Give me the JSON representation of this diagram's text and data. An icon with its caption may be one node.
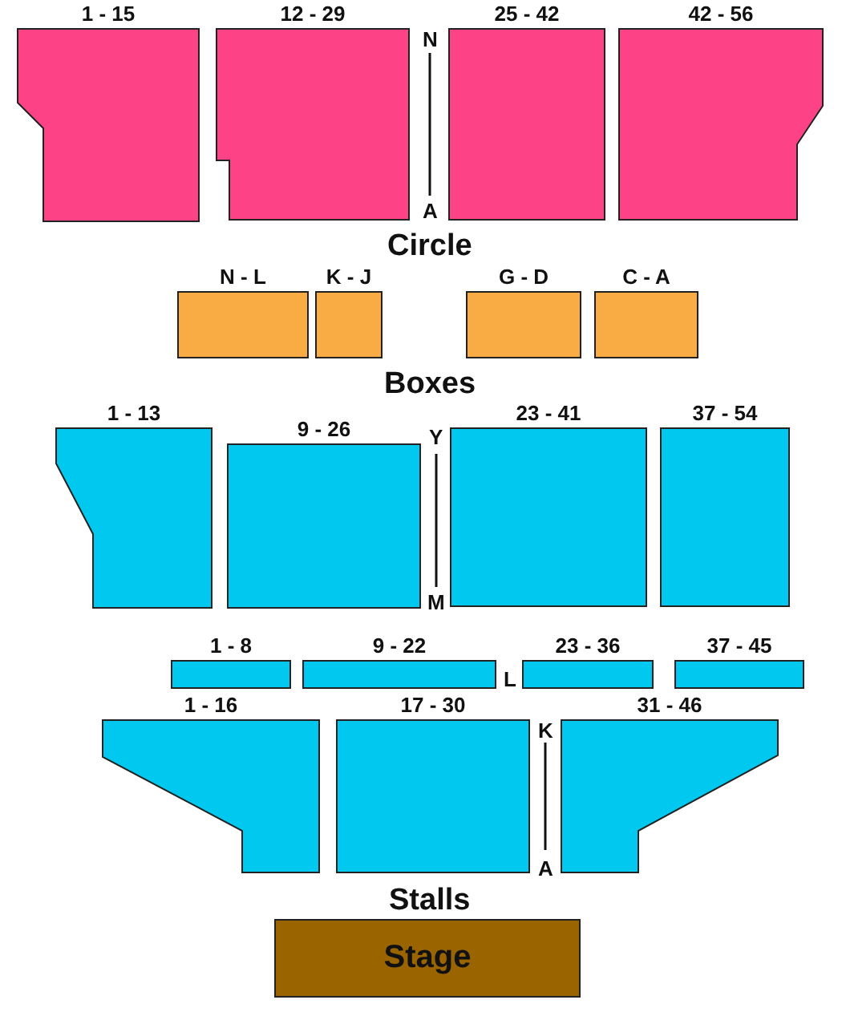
{
  "diagram": {
    "nodes": [
      {
        "text": [
          "1 - 15"
        ]
      },
      {
        "text": [
          "12 - 29"
        ]
      },
      {
        "text": [
          "25 - 42"
        ]
      },
      {
        "text": [
          "42 - 56"
        ]
      },
      {
        "text": [
          "N - L"
        ]
      },
      {
        "text": [
          "K - J"
        ]
      },
      {
        "text": [
          "G - D"
        ]
      },
      {
        "text": [
          "C - A"
        ]
      },
      {
        "text": [
          "1 - 13"
        ]
      },
      {
        "text": [
          "9 - 26"
        ]
      },
      {
        "text": [
          "23 - 41"
        ]
      },
      {
        "text": [
          "37 - 54"
        ]
      },
      {
        "text": [
          "1 - 8"
        ]
      },
      {
        "text": [
          "9 - 22"
        ]
      },
      {
        "text": [
          "23 - 36"
        ]
      },
      {
        "text": [
          "37 - 45"
        ]
      },
      {
        "text": [
          "1 - 16"
        ]
      },
      {
        "text": [
          "17 - 30"
        ]
      },
      {
        "text": [
          "31 - 46"
        ]
      },
      {
        "text": [
          "Stage"
        ]
      }
    ],
    "labels": [
      "N",
      "A",
      "Circle",
      "Boxes",
      "Y",
      "M",
      "L",
      "K",
      "A",
      "Stalls"
    ]
  }
}
